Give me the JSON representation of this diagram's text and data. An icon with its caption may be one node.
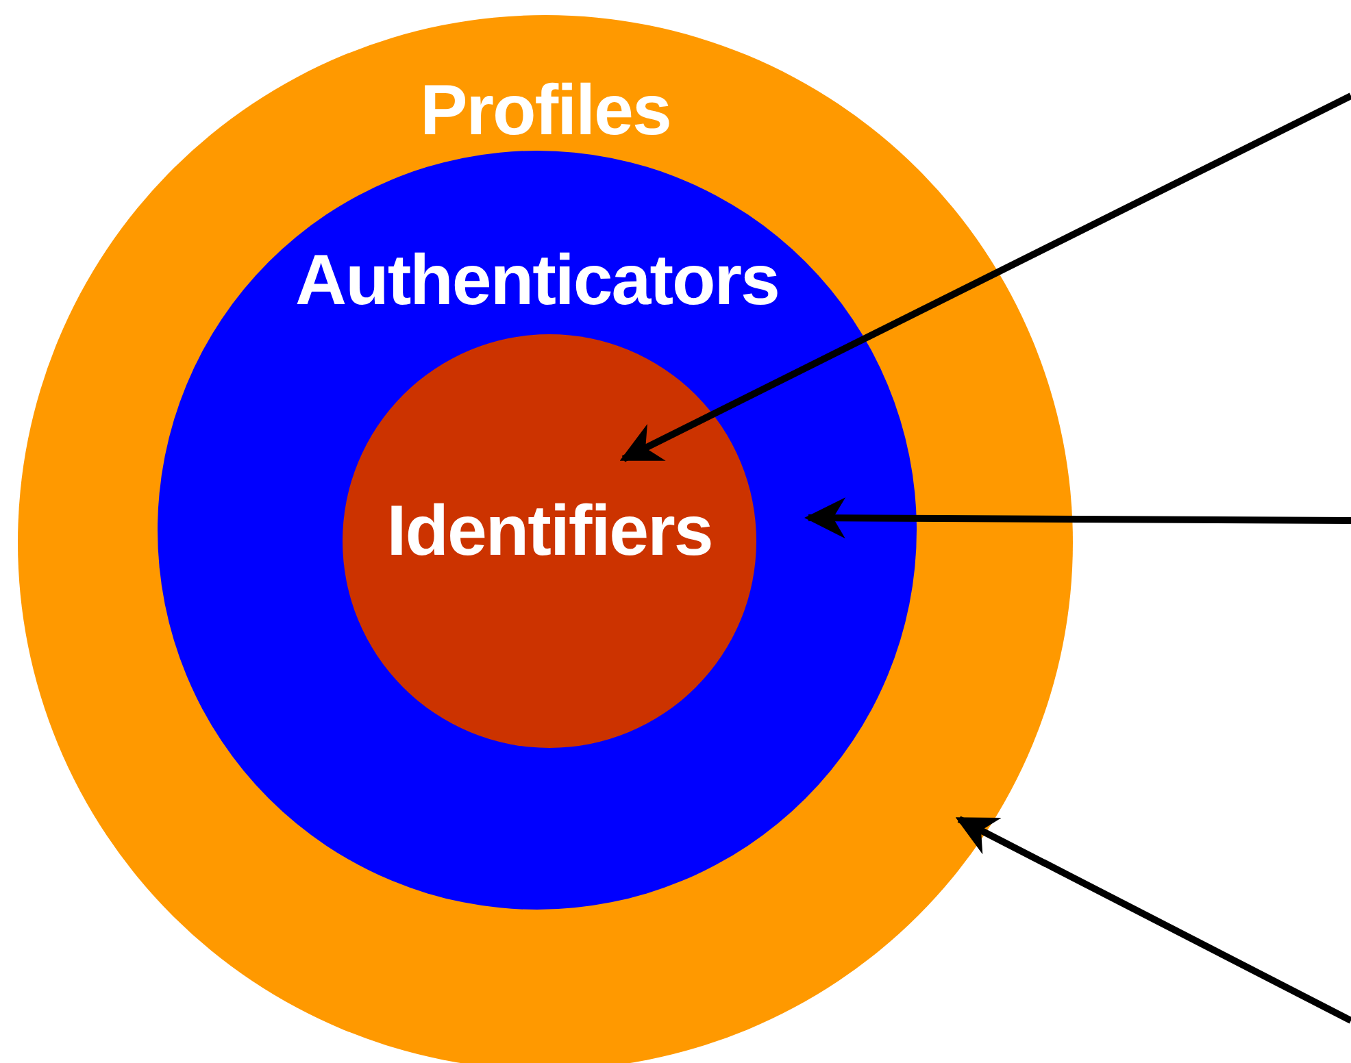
{
  "diagram": {
    "nodes": [
      {
        "text": [
          "Profiles"
        ]
      },
      {
        "text": [
          "Authenticators"
        ],
        "in": 0
      },
      {
        "text": [
          "Identifiers"
        ],
        "in": 1
      }
    ],
    "edges": [
      {
        "from": null,
        "to": 2,
        "arrow": "to"
      },
      {
        "from": null,
        "to": 1,
        "arrow": "to"
      },
      {
        "from": null,
        "to": 0,
        "arrow": "to"
      }
    ]
  }
}
